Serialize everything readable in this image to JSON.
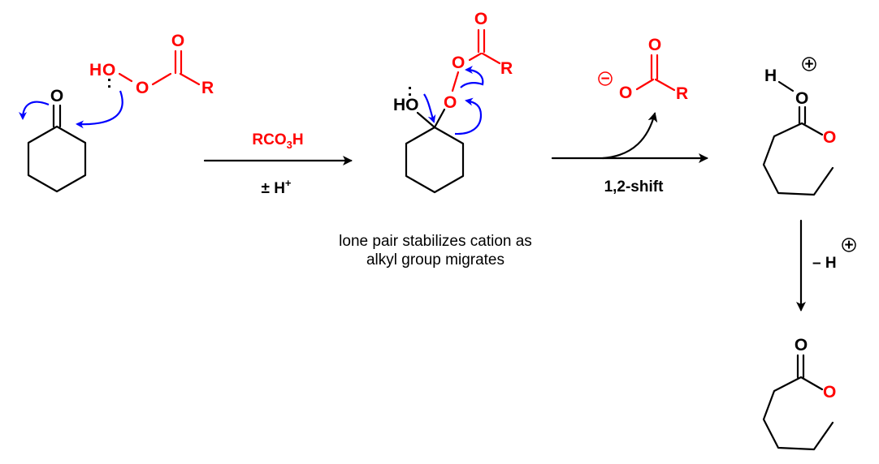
{
  "colors": {
    "black": "#000000",
    "red": "#ff0000",
    "blue": "#0000ff"
  },
  "reagent": {
    "H": "H",
    "O": "O",
    "R": "R",
    "lone_pair": ":"
  },
  "ketone": {
    "O": "O"
  },
  "step1": {
    "reagent": "RCO",
    "sub": "3",
    "reagent_end": "H",
    "condition": "± H",
    "condition_sup": "+"
  },
  "intermediate": {
    "HO": "HO",
    "lone_pair": ":",
    "O": "O",
    "R": "R"
  },
  "caption": {
    "line1": "lone pair stabilizes cation as",
    "line2": "alkyl group migrates"
  },
  "step2": {
    "label": "1,2-shift"
  },
  "carboxylate": {
    "charge": "−",
    "O": "O",
    "R": "R"
  },
  "oxocarbenium": {
    "H": "H",
    "O": "O",
    "ring_O": "O",
    "charge": "+"
  },
  "step3": {
    "label": "– H",
    "charge": "+"
  },
  "lactone": {
    "O": "O",
    "ring_O": "O"
  }
}
